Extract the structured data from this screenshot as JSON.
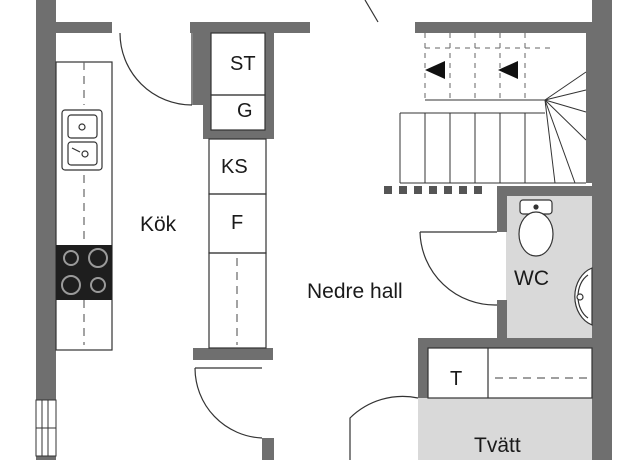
{
  "rooms": {
    "kok": "Kök",
    "nedre_hall": "Nedre hall",
    "wc": "WC",
    "tvatt": "Tvätt"
  },
  "fixtures": {
    "st": "ST",
    "g": "G",
    "ks": "KS",
    "f": "F",
    "t": "T"
  },
  "colors": {
    "wall": "#6f6f6f",
    "wet_room_fill": "#d9d9d9",
    "line": "#333333",
    "dashed": "#666666"
  },
  "icons": {
    "sink": "double-sink-icon",
    "stove": "stove-icon",
    "toilet": "toilet-icon",
    "washbasin": "washbasin-icon",
    "window": "window-icon",
    "stair_arrow": "stair-direction-arrow-icon"
  }
}
